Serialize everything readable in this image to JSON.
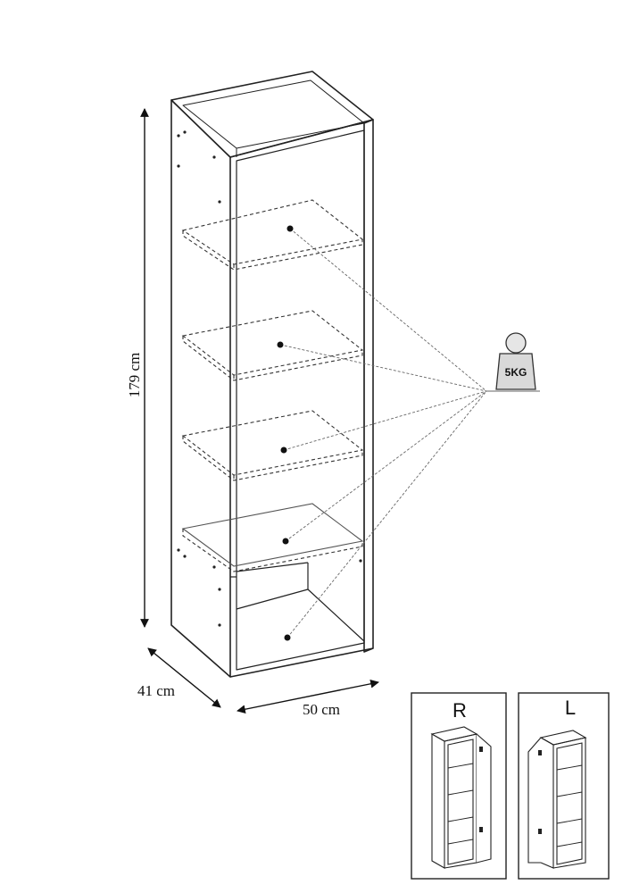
{
  "dimensions": {
    "height": "179 cm",
    "depth": "41 cm",
    "width": "50 cm"
  },
  "shelf_load": {
    "weight_label": "5KG",
    "icon": "weight-icon"
  },
  "variants": [
    {
      "label": "R"
    },
    {
      "label": "L"
    }
  ]
}
